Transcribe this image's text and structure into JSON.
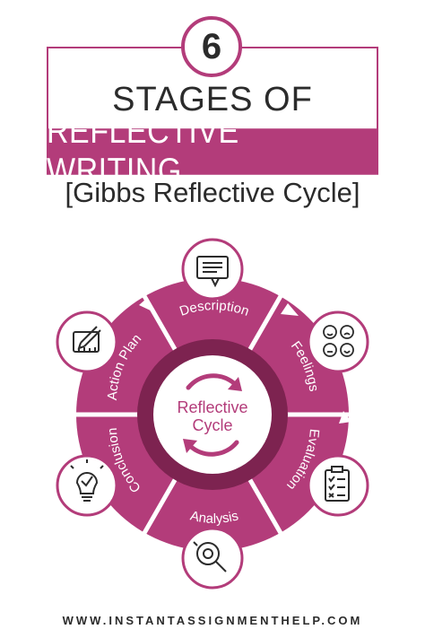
{
  "header": {
    "number": "6",
    "title_line1": "STAGES OF",
    "title_line2": "REFLECTIVE WRITING",
    "subtitle": "[Gibbs Reflective Cycle]"
  },
  "cycle": {
    "center_line1": "Reflective",
    "center_line2": "Cycle",
    "stages": [
      {
        "label": "Description",
        "icon": "document-speech-icon"
      },
      {
        "label": "Feelings",
        "icon": "emotions-faces-icon"
      },
      {
        "label": "Evaluation",
        "icon": "checklist-clipboard-icon"
      },
      {
        "label": "Analysis",
        "icon": "magnifier-analysis-icon"
      },
      {
        "label": "Conclusion",
        "icon": "lightbulb-check-icon"
      },
      {
        "label": "Action Plan",
        "icon": "pencil-ruler-icon"
      }
    ]
  },
  "footer": {
    "website": "WWW.INSTANTASSIGNMENTHELP.COM"
  },
  "colors": {
    "primary": "#b33c7a",
    "dark": "#2b2b2b",
    "inner": "#7d2350"
  }
}
